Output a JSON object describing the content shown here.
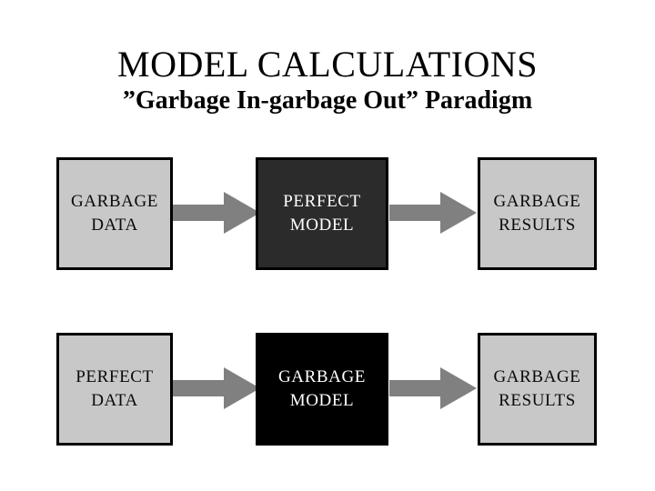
{
  "slide": {
    "background_color": "#ffffff",
    "title": "MODEL CALCULATIONS",
    "subtitle": "”Garbage In-garbage Out” Paradigm"
  },
  "colors": {
    "light_box_fill": "#c8c8c8",
    "charcoal_box_fill": "#2b2b2b",
    "black_box_fill": "#000000",
    "box_border": "#000000",
    "arrow_fill": "#808080",
    "dark_text": "#0a0a0a",
    "light_text": "#ffffff"
  },
  "rows": [
    {
      "name": "perfect-model-row",
      "nodes": [
        {
          "id": "garbage-data",
          "line1": "GARBAGE",
          "line2": "DATA",
          "fill": "light",
          "text": "dark"
        },
        {
          "id": "perfect-model",
          "line1": "PERFECT",
          "line2": "MODEL",
          "fill": "charcoal",
          "text": "light"
        },
        {
          "id": "garbage-results-1",
          "line1": "GARBAGE",
          "line2": "RESULTS",
          "fill": "light",
          "text": "dark"
        }
      ],
      "arrows": [
        {
          "id": "arrow-data-to-model",
          "direction": "right"
        },
        {
          "id": "arrow-model-to-results",
          "direction": "right"
        }
      ]
    },
    {
      "name": "garbage-model-row",
      "nodes": [
        {
          "id": "perfect-data",
          "line1": "PERFECT",
          "line2": "DATA",
          "fill": "light",
          "text": "dark"
        },
        {
          "id": "garbage-model",
          "line1": "GARBAGE",
          "line2": "MODEL",
          "fill": "black",
          "text": "light"
        },
        {
          "id": "garbage-results-2",
          "line1": "GARBAGE",
          "line2": "RESULTS",
          "fill": "light",
          "text": "dark"
        }
      ],
      "arrows": [
        {
          "id": "arrow-data-to-model-2",
          "direction": "right"
        },
        {
          "id": "arrow-model-to-results-2",
          "direction": "right"
        }
      ]
    }
  ]
}
